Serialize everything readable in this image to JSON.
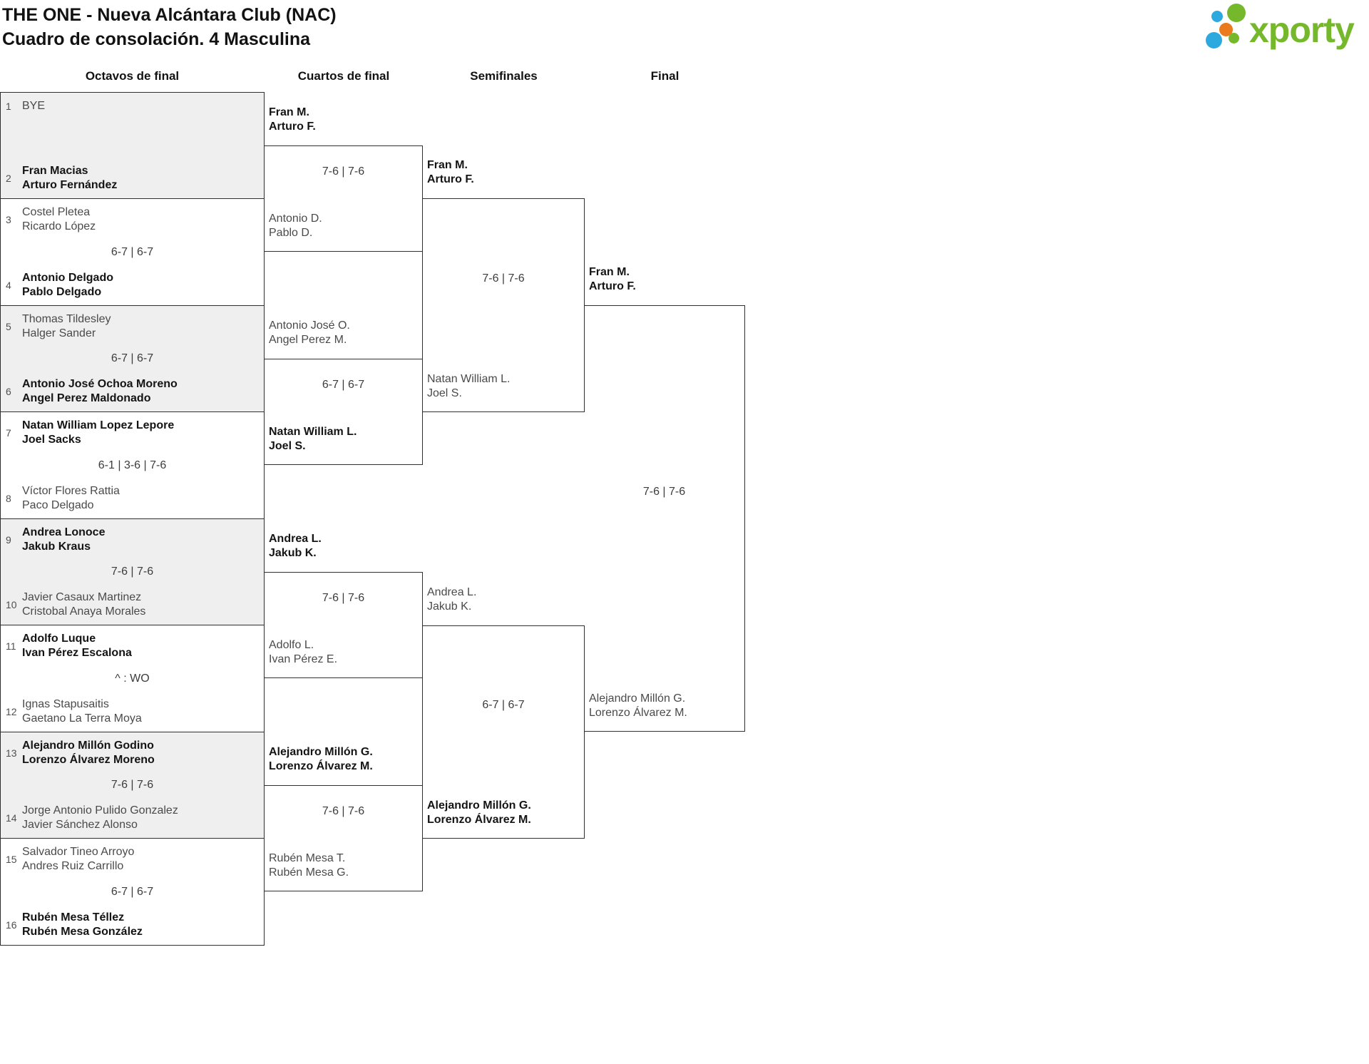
{
  "header": {
    "title_line1": "THE ONE - Nueva Alcántara Club (NAC)",
    "title_line2": "Cuadro de consolación. 4 Masculina",
    "logo_text": "xporty",
    "logo_colors": {
      "green": "#76b82b",
      "blue": "#2ea9e0",
      "orange": "#e97a1d"
    }
  },
  "rounds": [
    "Octavos de final",
    "Cuartos de final",
    "Semifinales",
    "Final"
  ],
  "bracket": {
    "octavos": [
      {
        "seed_a": "1",
        "team_a": [
          "BYE"
        ],
        "bold_a": false,
        "score": "",
        "seed_b": "2",
        "team_b": [
          "Fran Macias",
          "Arturo Fernández"
        ],
        "bold_b": true
      },
      {
        "seed_a": "3",
        "team_a": [
          "Costel Pletea",
          "Ricardo López"
        ],
        "bold_a": false,
        "score": "6-7 | 6-7",
        "seed_b": "4",
        "team_b": [
          "Antonio Delgado",
          "Pablo Delgado"
        ],
        "bold_b": true
      },
      {
        "seed_a": "5",
        "team_a": [
          "Thomas Tildesley",
          "Halger Sander"
        ],
        "bold_a": false,
        "score": "6-7 | 6-7",
        "seed_b": "6",
        "team_b": [
          "Antonio José Ochoa Moreno",
          "Angel Perez Maldonado"
        ],
        "bold_b": true
      },
      {
        "seed_a": "7",
        "team_a": [
          "Natan William Lopez Lepore",
          "Joel Sacks"
        ],
        "bold_a": true,
        "score": "6-1 | 3-6 | 7-6",
        "seed_b": "8",
        "team_b": [
          "Víctor Flores Rattia",
          "Paco Delgado"
        ],
        "bold_b": false
      },
      {
        "seed_a": "9",
        "team_a": [
          "Andrea Lonoce",
          "Jakub Kraus"
        ],
        "bold_a": true,
        "score": "7-6 | 7-6",
        "seed_b": "10",
        "team_b": [
          "Javier Casaux Martinez",
          "Cristobal Anaya Morales"
        ],
        "bold_b": false
      },
      {
        "seed_a": "11",
        "team_a": [
          "Adolfo Luque",
          "Ivan Pérez Escalona"
        ],
        "bold_a": true,
        "score": "^ : WO",
        "seed_b": "12",
        "team_b": [
          "Ignas Stapusaitis",
          "Gaetano La Terra Moya"
        ],
        "bold_b": false
      },
      {
        "seed_a": "13",
        "team_a": [
          "Alejandro Millón Godino",
          "Lorenzo Álvarez Moreno"
        ],
        "bold_a": true,
        "score": "7-6 | 7-6",
        "seed_b": "14",
        "team_b": [
          "Jorge Antonio Pulido Gonzalez",
          "Javier Sánchez Alonso"
        ],
        "bold_b": false
      },
      {
        "seed_a": "15",
        "team_a": [
          "Salvador Tineo Arroyo",
          "Andres Ruiz Carrillo"
        ],
        "bold_a": false,
        "score": "6-7 | 6-7",
        "seed_b": "16",
        "team_b": [
          "Rubén Mesa Téllez",
          "Rubén Mesa González"
        ],
        "bold_b": true
      }
    ],
    "cuartos": [
      {
        "top": [
          "Fran M.",
          "Arturo F."
        ],
        "top_bold": true,
        "score": "7-6 | 7-6",
        "bottom": [
          "Antonio D.",
          "Pablo D."
        ],
        "bottom_bold": false
      },
      {
        "top": [
          "Antonio José O.",
          "Angel Perez M."
        ],
        "top_bold": false,
        "score": "6-7 | 6-7",
        "bottom": [
          "Natan William L.",
          "Joel S."
        ],
        "bottom_bold": true
      },
      {
        "top": [
          "Andrea L.",
          "Jakub K."
        ],
        "top_bold": true,
        "score": "7-6 | 7-6",
        "bottom": [
          "Adolfo L.",
          "Ivan Pérez E."
        ],
        "bottom_bold": false
      },
      {
        "top": [
          "Alejandro Millón G.",
          "Lorenzo Álvarez M."
        ],
        "top_bold": true,
        "score": "7-6 | 7-6",
        "bottom": [
          "Rubén Mesa T.",
          "Rubén Mesa G."
        ],
        "bottom_bold": false
      }
    ],
    "semifinales": [
      {
        "top": [
          "Fran M.",
          "Arturo F."
        ],
        "top_bold": true,
        "score": "7-6 | 7-6",
        "bottom": [
          "Natan William L.",
          "Joel S."
        ],
        "bottom_bold": false
      },
      {
        "top": [
          "Andrea L.",
          "Jakub K."
        ],
        "top_bold": false,
        "score": "6-7 | 6-7",
        "bottom": [
          "Alejandro Millón G.",
          "Lorenzo Álvarez M."
        ],
        "bottom_bold": true
      }
    ],
    "final": [
      {
        "top": [
          "Fran M.",
          "Arturo F."
        ],
        "top_bold": true,
        "score": "7-6 | 7-6",
        "bottom": [
          "Alejandro Millón G.",
          "Lorenzo Álvarez M."
        ],
        "bottom_bold": false
      }
    ]
  }
}
